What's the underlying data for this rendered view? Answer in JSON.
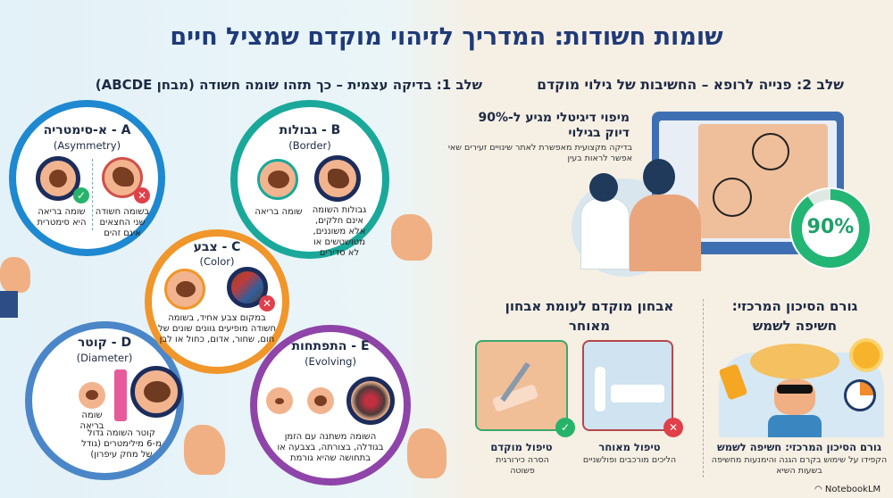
{
  "title": "שומות חשודות: המדריך לזיהוי מוקדם שמציל חיים",
  "step1": {
    "heading": "שלב 1: בדיקה עצמית – כך תזהו שומה חשודה (מבחן ABCDE)",
    "A": {
      "title": "A - א-סימטריה",
      "subtitle": "(Asymmetry)",
      "healthy": "שומה בריאה היא סימטרית",
      "suspicious": "בשומה חשודה שני החצאים אינם זהים",
      "color": "#1e88d0"
    },
    "B": {
      "title": "B - גבולות",
      "subtitle": "(Border)",
      "healthy": "שומה בריאה",
      "suspicious": "גבולות השומה אינם חלקים, אלא משוננים, מטושטשים או לא סדירים",
      "color": "#1aa89a"
    },
    "C": {
      "title": "C - צבע",
      "subtitle": "(Color)",
      "text": "במקום צבע אחיד, בשומה חשודה מופיעים גוונים שונים של חום, שחור, אדום, כחול או לבן",
      "color": "#f0962a"
    },
    "D": {
      "title": "D - קוטר",
      "subtitle": "(Diameter)",
      "healthy": "שומה בריאה",
      "text": "קוטר השומה גדול מ-6 מילימטרים (גודל של מחק עיפרון)",
      "color": "#4a86c8"
    },
    "E": {
      "title": "E - התפתחות",
      "subtitle": "(Evolving)",
      "text": "השומה משתנה עם הזמן בגודלה, בצורתה, בצבעה או בתחושה שהיא גורמת",
      "color": "#8e44a8"
    }
  },
  "step2": {
    "heading": "שלב 2: פנייה לרופא – החשיבות של גילוי מוקדם",
    "mapping_title": "מיפוי דיגיטלי מגיע ל-90% דיוק בגילוי",
    "mapping_text": "בדיקה מקצועית מאפשרת לאתר שינויים זעירים שאי אפשר לראות בעין",
    "accuracy_label": "90%",
    "accuracy_value": 0.9,
    "accent": "#22b573"
  },
  "risk": {
    "heading": "גורם הסיכון המרכזי: חשיפה לשמש",
    "caption_title": "גורם הסיכון המרכזי: חשיפה לשמש",
    "caption_text": "הקפידו על שימוש בקרם הגנה והימנעות מחשיפה בשעות השיא"
  },
  "diagnosis": {
    "heading": "אבחון מוקדם לעומת אבחון מאוחר",
    "late": {
      "title": "טיפול מאוחר",
      "text": "הליכים מורכבים ופולשניים"
    },
    "early": {
      "title": "טיפול מוקדם",
      "text": "הסרה כירורגית פשוטה"
    }
  },
  "brand": "NotebookLM"
}
